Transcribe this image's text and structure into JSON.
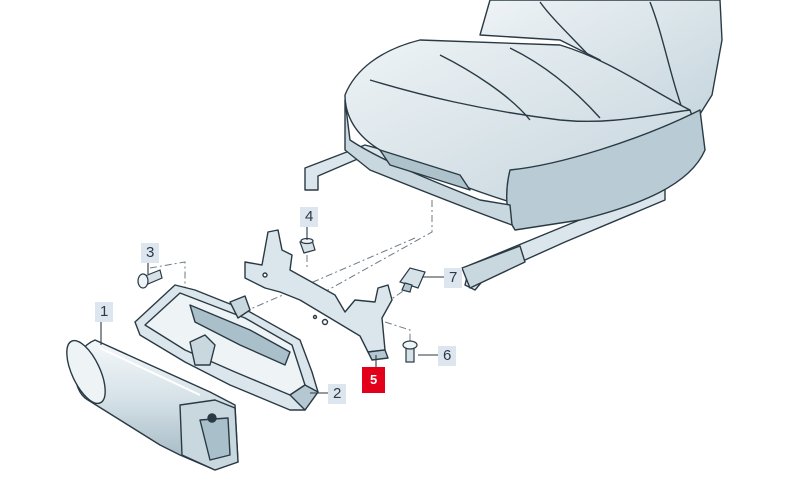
{
  "diagram": {
    "callouts": [
      {
        "id": "1",
        "label": "1",
        "highlight": false
      },
      {
        "id": "2",
        "label": "2",
        "highlight": false
      },
      {
        "id": "3",
        "label": "3",
        "highlight": false
      },
      {
        "id": "4",
        "label": "4",
        "highlight": false
      },
      {
        "id": "5",
        "label": "5",
        "highlight": true
      },
      {
        "id": "6",
        "label": "6",
        "highlight": false
      },
      {
        "id": "7",
        "label": "7",
        "highlight": false
      }
    ],
    "colors": {
      "part_fill": "#dbe6ec",
      "part_fill_dark": "#a9bfca",
      "outline": "#2a3a44",
      "callout_bg": "#dde5ee",
      "highlight": "#e2001a"
    }
  }
}
